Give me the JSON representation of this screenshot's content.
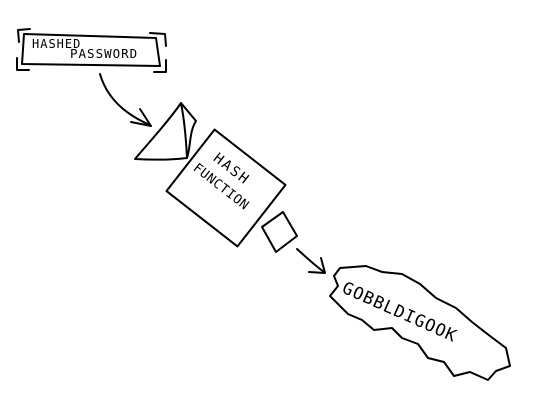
{
  "label": {
    "line1": "HASHED",
    "line2": "PASSWORD"
  },
  "machine": {
    "line1": "HASH",
    "line2": "FUNCTION"
  },
  "output": {
    "text": "GOBBLDIGOOK"
  },
  "colors": {
    "ink": "#000000",
    "paper": "#ffffff"
  }
}
